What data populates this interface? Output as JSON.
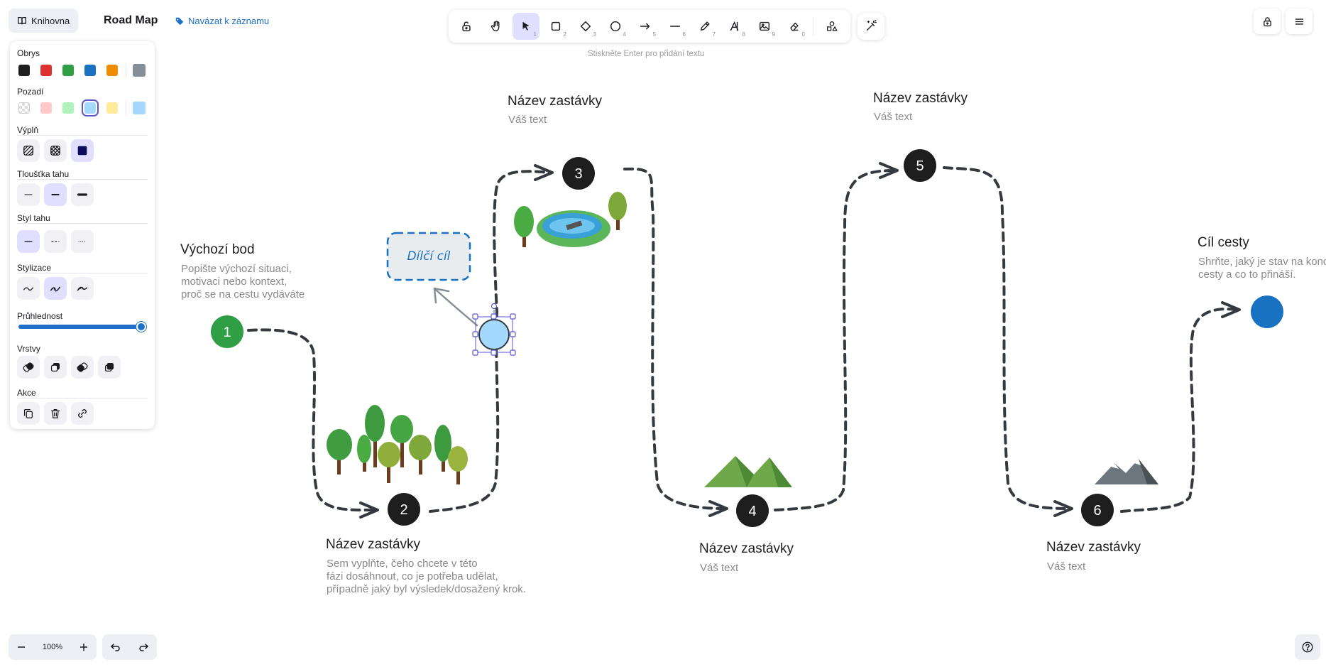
{
  "header": {
    "library_label": "Knihovna",
    "doc_title": "Road Map",
    "link_label": "Navázat k záznamu"
  },
  "toolbar": {
    "tools": [
      {
        "name": "lock-tool",
        "num": ""
      },
      {
        "name": "hand-tool",
        "num": ""
      },
      {
        "name": "selection-tool",
        "num": "1"
      },
      {
        "name": "rectangle-tool",
        "num": "2"
      },
      {
        "name": "diamond-tool",
        "num": "3"
      },
      {
        "name": "ellipse-tool",
        "num": "4"
      },
      {
        "name": "arrow-tool",
        "num": "5"
      },
      {
        "name": "line-tool",
        "num": "6"
      },
      {
        "name": "draw-tool",
        "num": "7"
      },
      {
        "name": "text-tool",
        "num": "8"
      },
      {
        "name": "image-tool",
        "num": "9"
      },
      {
        "name": "eraser-tool",
        "num": "0"
      }
    ],
    "hint": "Stiskněte Enter pro přidání textu"
  },
  "panel": {
    "stroke_label": "Obrys",
    "background_label": "Pozadí",
    "fill_label": "Výplň",
    "stroke_width_label": "Tloušťka tahu",
    "stroke_style_label": "Styl tahu",
    "sloppiness_label": "Stylizace",
    "opacity_label": "Průhlednost",
    "opacity_value": 1.0,
    "layers_label": "Vrstvy",
    "actions_label": "Akce",
    "stroke_colors": [
      "#1e1e1e",
      "#e03131",
      "#2f9e44",
      "#1971c2",
      "#f08c00"
    ],
    "stroke_current": "#868e96",
    "background_colors": [
      "transparent",
      "#ffc9c9",
      "#b2f2bb",
      "#a5d8ff",
      "#ffec99"
    ],
    "background_current": "#a5d8ff"
  },
  "canvas": {
    "start": {
      "title": "Výchozí bod",
      "desc": "Popište výchozí situaci,\nmotivaci nebo kontext,\nproč se na cestu vydáváte",
      "num": "1"
    },
    "stop2": {
      "title": "Název zastávky",
      "desc": "Sem vyplňte, čeho chcete v této\nfázi dosáhnout, co je potřeba udělat,\npřípadně jaký byl výsledek/dosažený krok.",
      "num": "2"
    },
    "stop3": {
      "title": "Název zastávky",
      "desc": "Váš text",
      "num": "3"
    },
    "stop4": {
      "title": "Název zastávky",
      "desc": "Váš text",
      "num": "4"
    },
    "stop5": {
      "title": "Název zastávky",
      "desc": "Váš text",
      "num": "5"
    },
    "stop6": {
      "title": "Název zastávky",
      "desc": "Váš text",
      "num": "6"
    },
    "goal": {
      "title": "Cíl cesty",
      "desc": "Shrňte, jaký je stav na konci\ncesty a co to přináší."
    },
    "milestone_label": "Dílčí cíl"
  },
  "footer": {
    "zoom_label": "100%"
  },
  "colors": {
    "accent": "#5b57d1",
    "start_green": "#2f9e44",
    "goal_blue": "#1971c2",
    "stop_dark": "#1e1e1e"
  }
}
